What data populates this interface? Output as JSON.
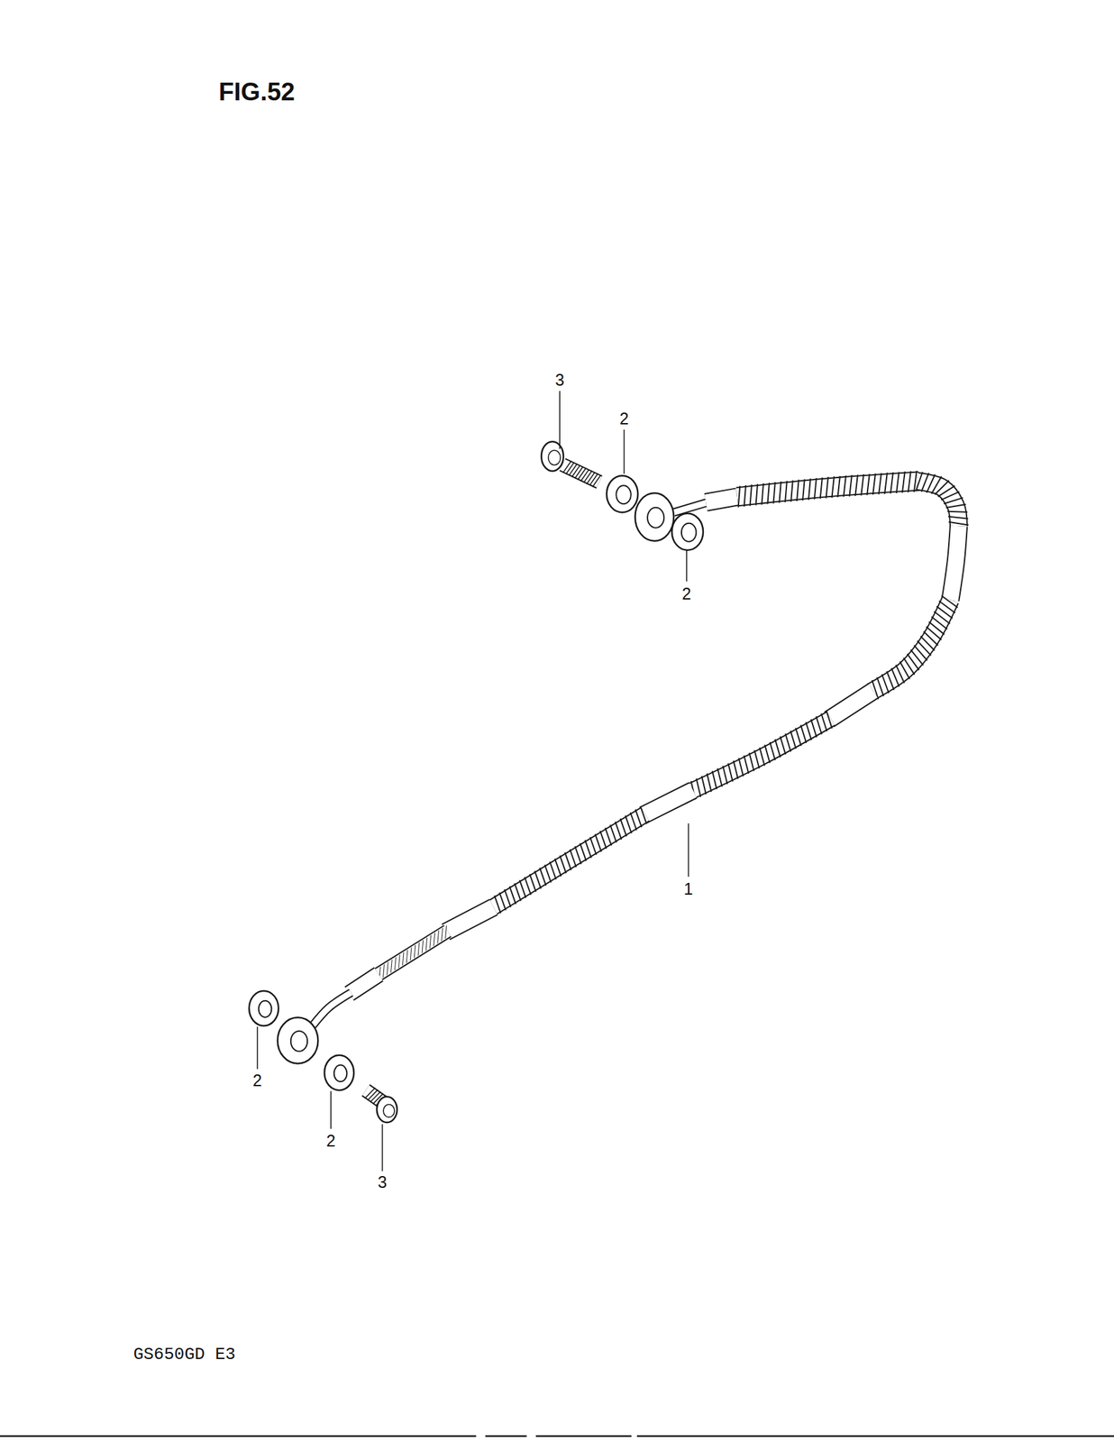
{
  "diagram": {
    "title": "FIG.52",
    "labels": [
      "3",
      "2",
      "2",
      "1",
      "2",
      "2",
      "3",
      "GS650GD E3"
    ]
  }
}
